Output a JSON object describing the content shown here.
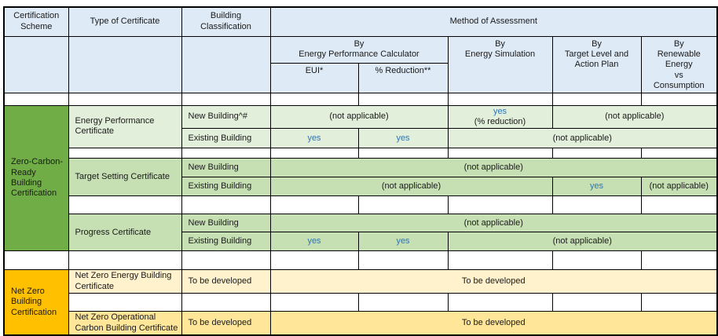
{
  "colors": {
    "header_blue": "#DEEAF6",
    "zero_carbon_scheme_green": "#70AD47",
    "energy_performance_light_green": "#E2EFDA",
    "certificate_group_green": "#C6E0B4",
    "net_zero_scheme_gold": "#FFC000",
    "net_zero_energy_light_yellow": "#FFF2CC",
    "net_zero_carbon_yellow": "#FFE699",
    "yes_text_blue": "#2E75B6",
    "border": "#000000"
  },
  "header": {
    "certification_scheme": "Certification Scheme",
    "type_of_certificate": "Type of Certificate",
    "building_classification": "Building Classification",
    "method_of_assessment": "Method of Assessment",
    "by_energy_performance_calculator": "By\nEnergy Performance Calculator",
    "eui": "EUI*",
    "pct_reduction": "% Reduction**",
    "by_energy_simulation": "By\nEnergy Simulation",
    "by_target_level": "By\nTarget Level and\nAction Plan",
    "by_renewable": "By\nRenewable\nEnergy\nvs\nConsumption"
  },
  "zcr": {
    "scheme": "Zero-Carbon-Ready Building Certification",
    "epc": {
      "title": "Energy Performance Certificate",
      "new_label": "New Building^#",
      "new_calc": "(not applicable)",
      "new_sim_yes": "yes",
      "new_sim_note": "(% reduction)",
      "new_other": "(not applicable)",
      "exist_label": "Existing Building",
      "exist_eui": "yes",
      "exist_reduction": "yes",
      "exist_other": "(not applicable)"
    },
    "tsc": {
      "title": "Target Setting Certificate",
      "new_label": "New Building",
      "new_all": "(not applicable)",
      "exist_label": "Existing Building",
      "exist_calc_sim": "(not applicable)",
      "exist_target": "yes",
      "exist_renewable": "(not applicable)"
    },
    "pc": {
      "title": "Progress Certificate",
      "new_label": "New Building",
      "new_all": "(not applicable)",
      "exist_label": "Existing Building",
      "exist_eui": "yes",
      "exist_reduction": "yes",
      "exist_other": "(not applicable)"
    }
  },
  "nz": {
    "scheme": "Net Zero Building Certification",
    "energy": {
      "title": "Net Zero Energy Building Certificate",
      "classification": "To be developed",
      "method": "To be developed"
    },
    "carbon": {
      "title": "Net Zero Operational Carbon Building Certificate",
      "classification": "To be developed",
      "method": "To be developed"
    }
  }
}
